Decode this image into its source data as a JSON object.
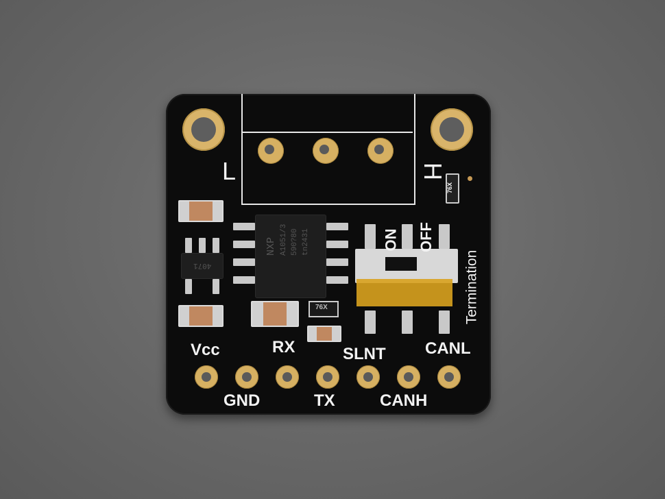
{
  "image": {
    "subject": "CAN bus transceiver breakout board",
    "background_color": "#6e6e6e",
    "board_color": "#0c0c0c",
    "pad_color": "#d6b062"
  },
  "board": {
    "terminal_labels": {
      "left": "L",
      "right": "H"
    },
    "chip": {
      "brand": "NXP",
      "line1": "A1051/3",
      "line2": "590?80",
      "line3": "tn2431"
    },
    "small_part_labels": {
      "top_right": "76X",
      "middle": "76X",
      "regulator": "4071"
    },
    "switch": {
      "title": "Termination",
      "on_label": "ON",
      "off_label": "OFF"
    },
    "pins_top_labels": [
      "Vcc",
      "RX",
      "SLNT",
      "CANL"
    ],
    "pins_bottom_labels": [
      "GND",
      "TX",
      "CANH"
    ]
  }
}
